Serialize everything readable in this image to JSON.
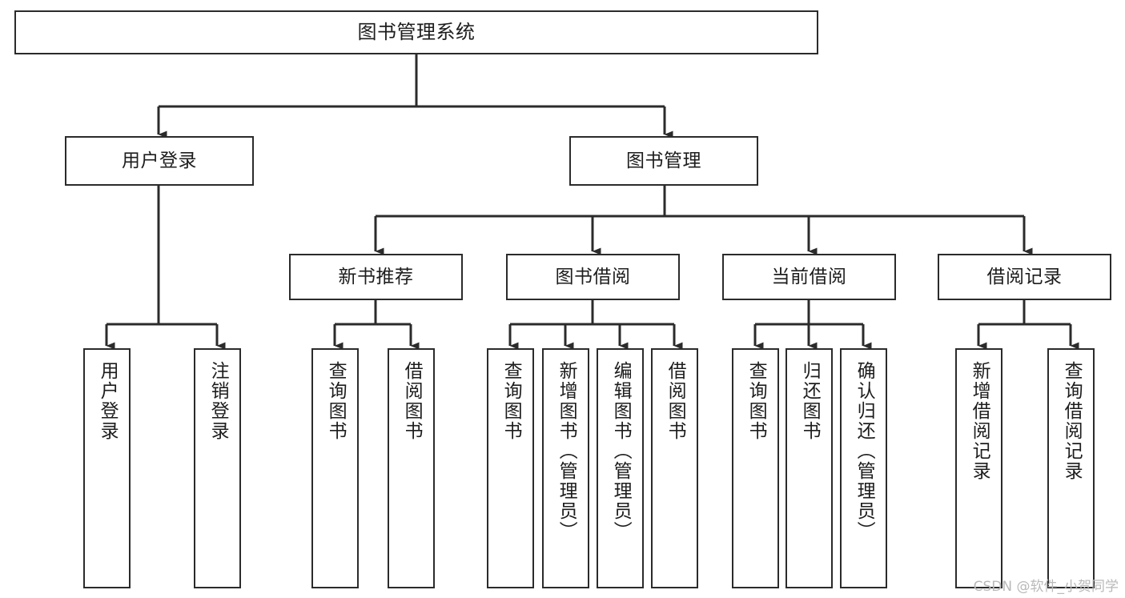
{
  "diagram": {
    "title": "图书管理系统",
    "type": "tree",
    "watermark": "CSDN @软件_小贺同学",
    "colors": {
      "box_border": "#2b2b2b",
      "box_fill": "#ffffff",
      "connector": "#2b2b2b",
      "text": "#1d1d1d",
      "watermark": "#b9b9b9"
    },
    "nodes": {
      "root": {
        "label": "图书管理系统"
      },
      "level2": [
        {
          "label": "用户登录"
        },
        {
          "label": "图书管理"
        }
      ],
      "level3": [
        {
          "label": "新书推荐"
        },
        {
          "label": "图书借阅"
        },
        {
          "label": "当前借阅"
        },
        {
          "label": "借阅记录"
        }
      ],
      "leaves": {
        "user_login": [
          {
            "label": "用户登录"
          },
          {
            "label": "注销登录"
          }
        ],
        "new_book": [
          {
            "label": "查询图书"
          },
          {
            "label": "借阅图书"
          }
        ],
        "book_borrow": [
          {
            "label": "查询图书"
          },
          {
            "label": "新增图书（管理员）"
          },
          {
            "label": "编辑图书（管理员）"
          },
          {
            "label": "借阅图书"
          }
        ],
        "current_borrow": [
          {
            "label": "查询图书"
          },
          {
            "label": "归还图书"
          },
          {
            "label": "确认归还（管理员）"
          }
        ],
        "borrow_record": [
          {
            "label": "新增借阅记录"
          },
          {
            "label": "查询借阅记录"
          }
        ]
      }
    }
  }
}
